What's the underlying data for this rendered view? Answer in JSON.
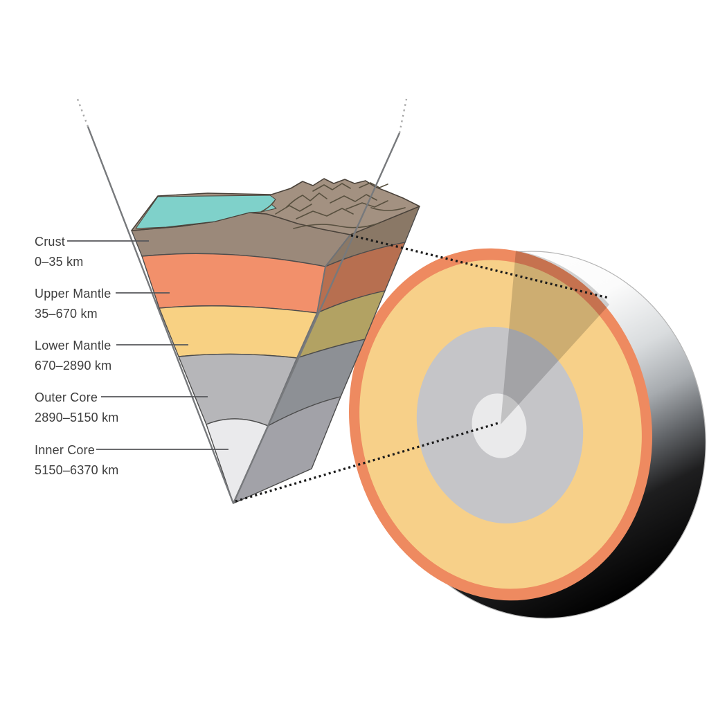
{
  "diagram": {
    "subject": "Earth interior layers cutaway",
    "colors": {
      "outline": "#4c4c4c",
      "guide_line": "#77797c",
      "guide_line_dashed": "#a9a9a9",
      "leader_line": "#55565a",
      "dotted_connector": "#1b1b1b",
      "text": "#3e3e3e"
    }
  },
  "surface": {
    "water_color": "#7fd1ca",
    "land_color": "#a39181",
    "ridge_line_color": "#58503f"
  },
  "layers": [
    {
      "name": "Crust",
      "range": "0–35 km",
      "front_color": "#9b897a",
      "side_color": "#8a7866"
    },
    {
      "name": "Upper Mantle",
      "range": "35–670 km",
      "front_color": "#f2906b",
      "side_color": "#b76f50"
    },
    {
      "name": "Lower Mantle",
      "range": "670–2890 km",
      "front_color": "#f8d183",
      "side_color": "#b2a263"
    },
    {
      "name": "Outer Core",
      "range": "2890–5150 km",
      "front_color": "#b6b6b9",
      "side_color": "#8d9095"
    },
    {
      "name": "Inner Core",
      "range": "5150–6370 km",
      "front_color": "#eaeaec",
      "side_color": "#a2a2a8"
    }
  ],
  "globe": {
    "ring_color": "#ee8a60",
    "mantle_color": "#f7d089",
    "outer_core_color": "#c5c5c8",
    "inner_core_color": "#eaeaeb",
    "sector_shadow_opacity": "0.17"
  }
}
